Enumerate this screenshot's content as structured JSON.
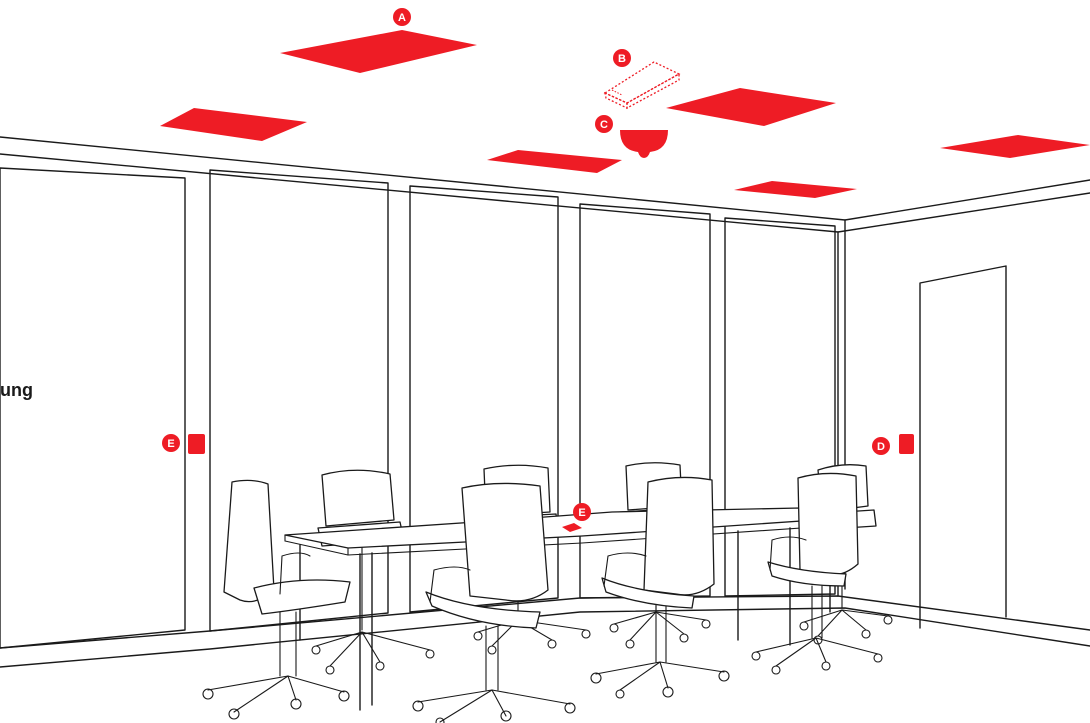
{
  "side_label": "ung",
  "accent_color": "#ee1c25",
  "markers": {
    "a": "A",
    "b": "B",
    "c": "C",
    "d": "D",
    "e_wall": "E",
    "e_table": "E"
  }
}
